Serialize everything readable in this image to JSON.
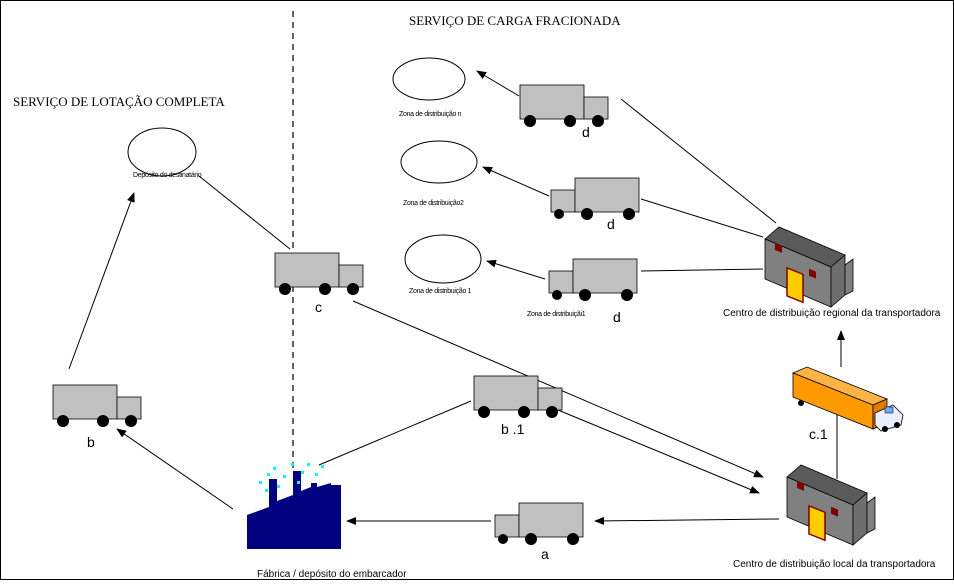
{
  "titles": {
    "carga_fracionada": "SERVIÇO DE CARGA FRACIONADA",
    "lotacao_completa": "SERVIÇO DE LOTAÇÃO COMPLETA"
  },
  "zones": {
    "zona_n": "Zona de distribuição n",
    "zona_2": "Zona de distribuição2",
    "zona_1": "Zona de distribuição 1",
    "zona_1_truck": "Zona de distribuiçãi1",
    "deposito_destinatario": "Depósito do destinatário"
  },
  "facilities": {
    "regional": "Centro de distribuição regional da transportadora",
    "local": "Centro de distribuição local da transportadora",
    "fabrica": "Fábrica / depósito do embarcador"
  },
  "truck_labels": {
    "d_top": "d",
    "d_mid": "d",
    "d_bot": "d",
    "c": "c",
    "b": "b",
    "b1": "b .1",
    "a": "a",
    "c1": "c.1"
  },
  "colors": {
    "truck_body": "#c0c0c0",
    "wheel": "#000000",
    "building_wall": "#808080",
    "building_roof": "#5a5a5a",
    "door": "#ffcc00",
    "factory": "#000080",
    "smoke": "#00ffff",
    "trailer": "#ff9900"
  }
}
